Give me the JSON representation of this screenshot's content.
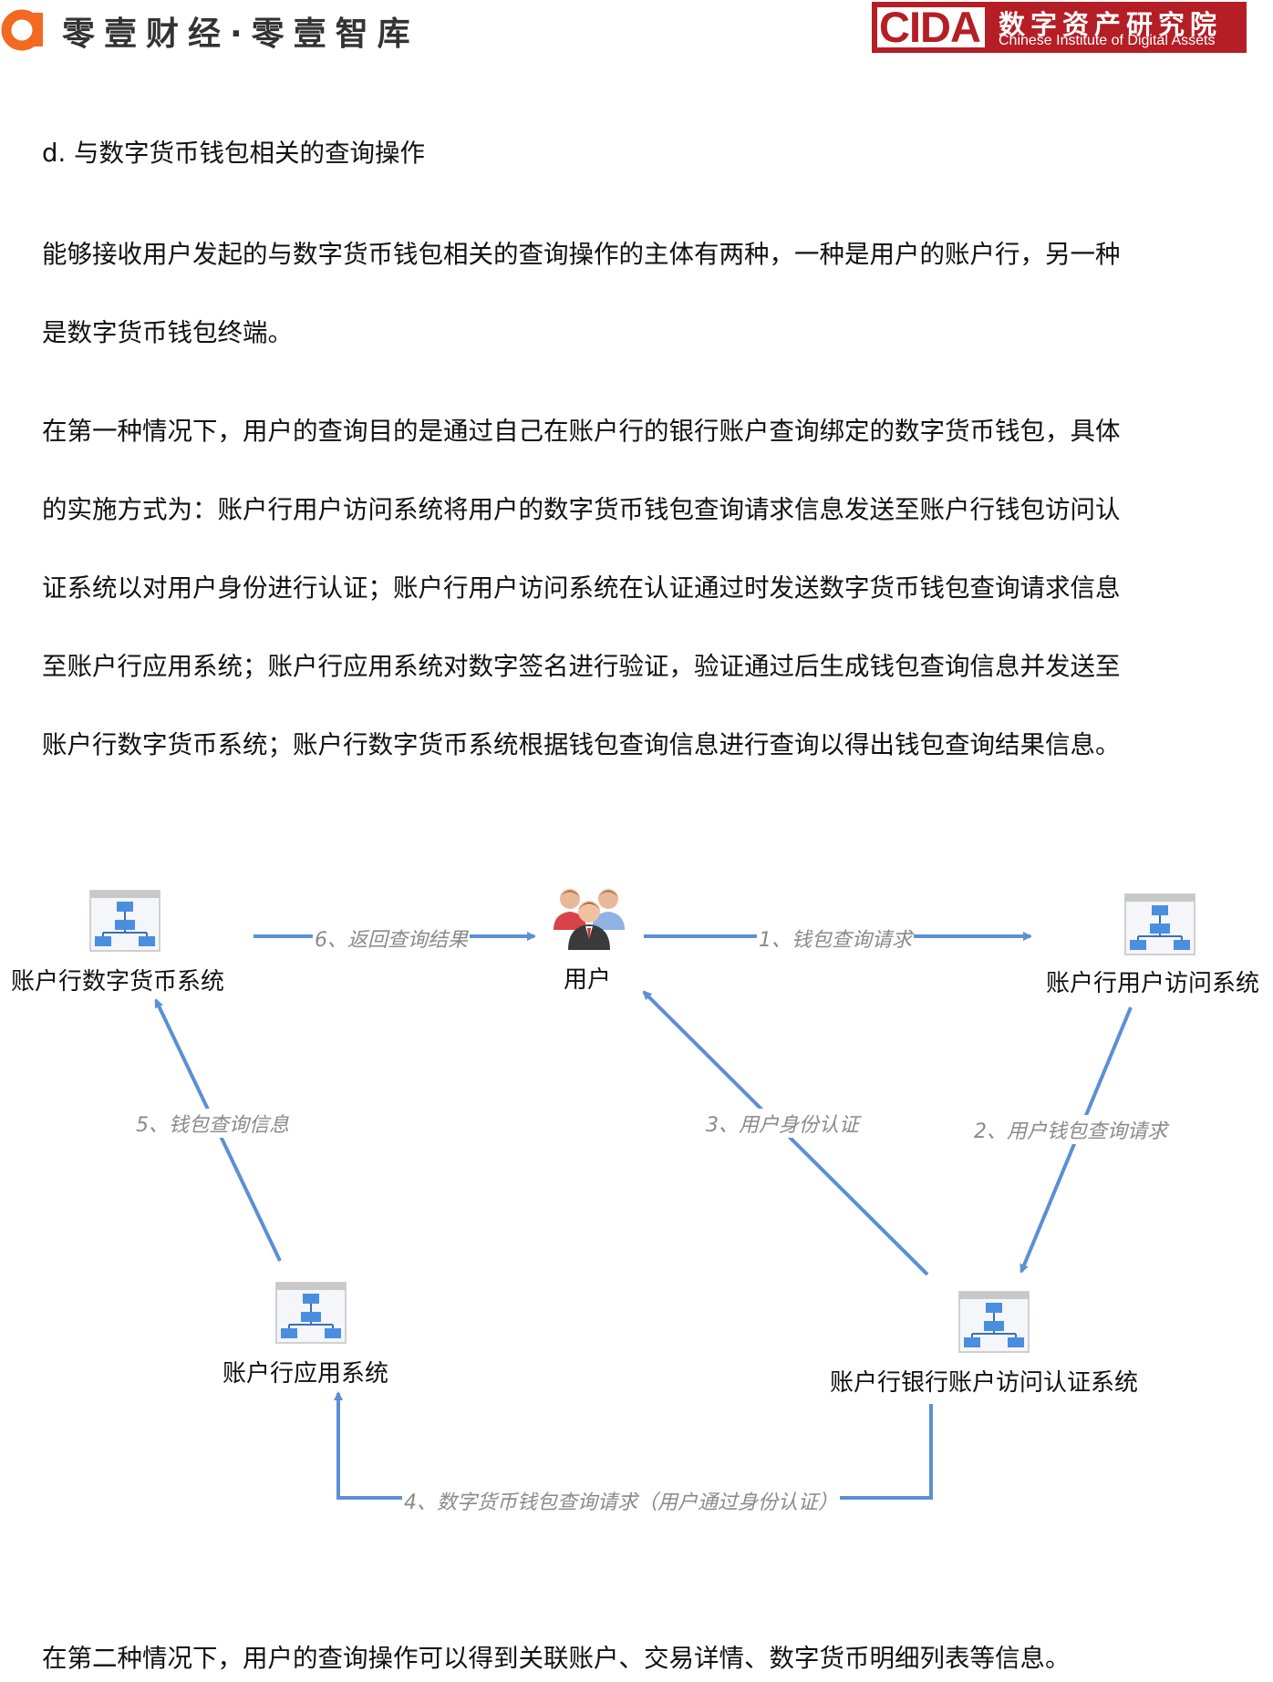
{
  "header": {
    "brand": "零壹财经·零壹智库",
    "logo_letters": "CIDA",
    "institute_cn": "数字资产研究院",
    "institute_en": "Chinese Institute of Digital Assets",
    "colors": {
      "logo_orange": "#f26a21",
      "cida_red": "#b51e25"
    }
  },
  "section": {
    "heading": "d. 与数字货币钱包相关的查询操作",
    "para1": [
      "能够接收用户发起的与数字货币钱包相关的查询操作的主体有两种，一种是用户的账户行，另一种",
      "是数字货币钱包终端。"
    ],
    "para2": [
      "在第一种情况下，用户的查询目的是通过自己在账户行的银行账户查询绑定的数字货币钱包，具体",
      "的实施方式为：账户行用户访问系统将用户的数字货币钱包查询请求信息发送至账户行钱包访问认",
      "证系统以对用户身份进行认证；账户行用户访问系统在认证通过时发送数字货币钱包查询请求信息",
      "至账户行应用系统；账户行应用系统对数字签名进行验证，验证通过后生成钱包查询信息并发送至",
      "账户行数字货币系统；账户行数字货币系统根据钱包查询信息进行查询以得出钱包查询结果信息。"
    ],
    "para3": "在第二种情况下，用户的查询操作可以得到关联账户、交易详情、数字货币明细列表等信息。"
  },
  "diagram": {
    "nodes": {
      "digital_currency": "账户行数字货币系统",
      "user": "用户",
      "user_access": "账户行用户访问系统",
      "application": "账户行应用系统",
      "bank_auth": "账户行银行账户访问认证系统"
    },
    "edges": {
      "e1": "1、钱包查询请求",
      "e2": "2、用户钱包查询请求",
      "e3": "3、用户身份认证",
      "e4": "4、数字货币钱包查询请求（用户通过身份认证）",
      "e5": "5、钱包查询信息",
      "e6": "6、返回查询结果"
    },
    "colors": {
      "arrow": "#5b8fd6",
      "icon_blue": "#4a8ee0",
      "icon_frame": "#d0d0d0"
    }
  }
}
